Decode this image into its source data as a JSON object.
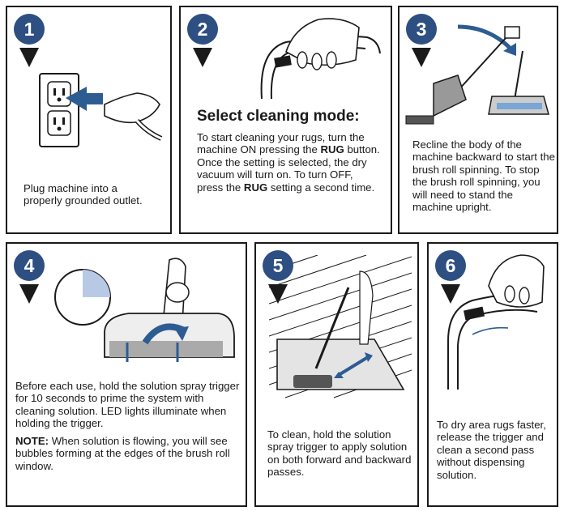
{
  "colors": {
    "badge": "#2d4f82",
    "arrow": "#2d5c93",
    "border": "#1a1a1a"
  },
  "steps": [
    {
      "number": "1",
      "text": "Plug machine into a properly grounded outlet."
    },
    {
      "number": "2",
      "title": "Select cleaning mode:",
      "text_a": "To start cleaning your rugs, turn the machine ON pressing the ",
      "bold_a": "RUG",
      "text_b": " button. Once the setting is selected, the dry vacuum will turn on. To turn OFF, press the ",
      "bold_b": "RUG",
      "text_c": " setting a second time."
    },
    {
      "number": "3",
      "text": "Recline the body of the machine backward to start the brush roll spinning. To stop the brush roll spinning, you will need to stand the machine upright."
    },
    {
      "number": "4",
      "text": "Before each use, hold the solution spray trigger for 10 seconds to prime the system with cleaning solution. LED lights illuminate when holding the trigger.",
      "note_label": "NOTE:",
      "note_text": " When solution is flowing, you will see bubbles forming at the edges of the brush roll window."
    },
    {
      "number": "5",
      "text": "To clean, hold the solution spray trigger to apply solution on both forward and backward passes."
    },
    {
      "number": "6",
      "text": "To dry area rugs faster, release the trigger and clean a second pass without dispensing solution."
    }
  ]
}
